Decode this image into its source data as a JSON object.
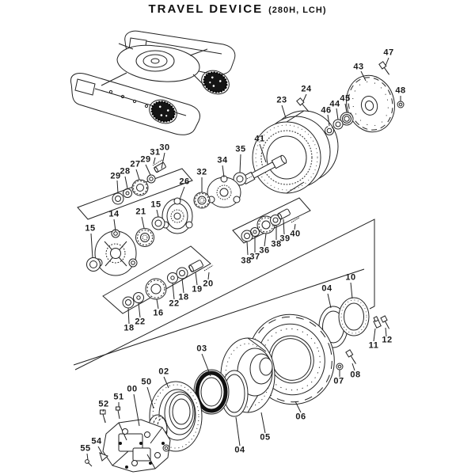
{
  "title": {
    "main": "TRAVEL DEVICE",
    "qualifier": "(280H, LCH)"
  },
  "diagram_type": "exploded-parts-diagram",
  "colors": {
    "ink": "#222222",
    "paper": "#ffffff",
    "seal": "#111111"
  },
  "callouts": {
    "c00": "00",
    "c02": "02",
    "c03": "03",
    "c04a": "04",
    "c04b": "04",
    "c05": "05",
    "c06": "06",
    "c07": "07",
    "c08": "08",
    "c10": "10",
    "c11": "11",
    "c12": "12",
    "c14": "14",
    "c15a": "15",
    "c15b": "15",
    "c16": "16",
    "c18a": "18",
    "c18b": "18",
    "c19": "19",
    "c20": "20",
    "c21": "21",
    "c22a": "22",
    "c22b": "22",
    "c23": "23",
    "c24": "24",
    "c26": "26",
    "c27": "27",
    "c28": "28",
    "c29a": "29",
    "c29b": "29",
    "c30": "30",
    "c31": "31",
    "c32": "32",
    "c34": "34",
    "c35": "35",
    "c36": "36",
    "c37": "37",
    "c38a": "38",
    "c38b": "38",
    "c39": "39",
    "c40": "40",
    "c41": "41",
    "c43": "43",
    "c44": "44",
    "c45": "45",
    "c46": "46",
    "c47": "47",
    "c48": "48",
    "c50": "50",
    "c51": "51",
    "c52": "52",
    "c54": "54",
    "c55": "55"
  }
}
